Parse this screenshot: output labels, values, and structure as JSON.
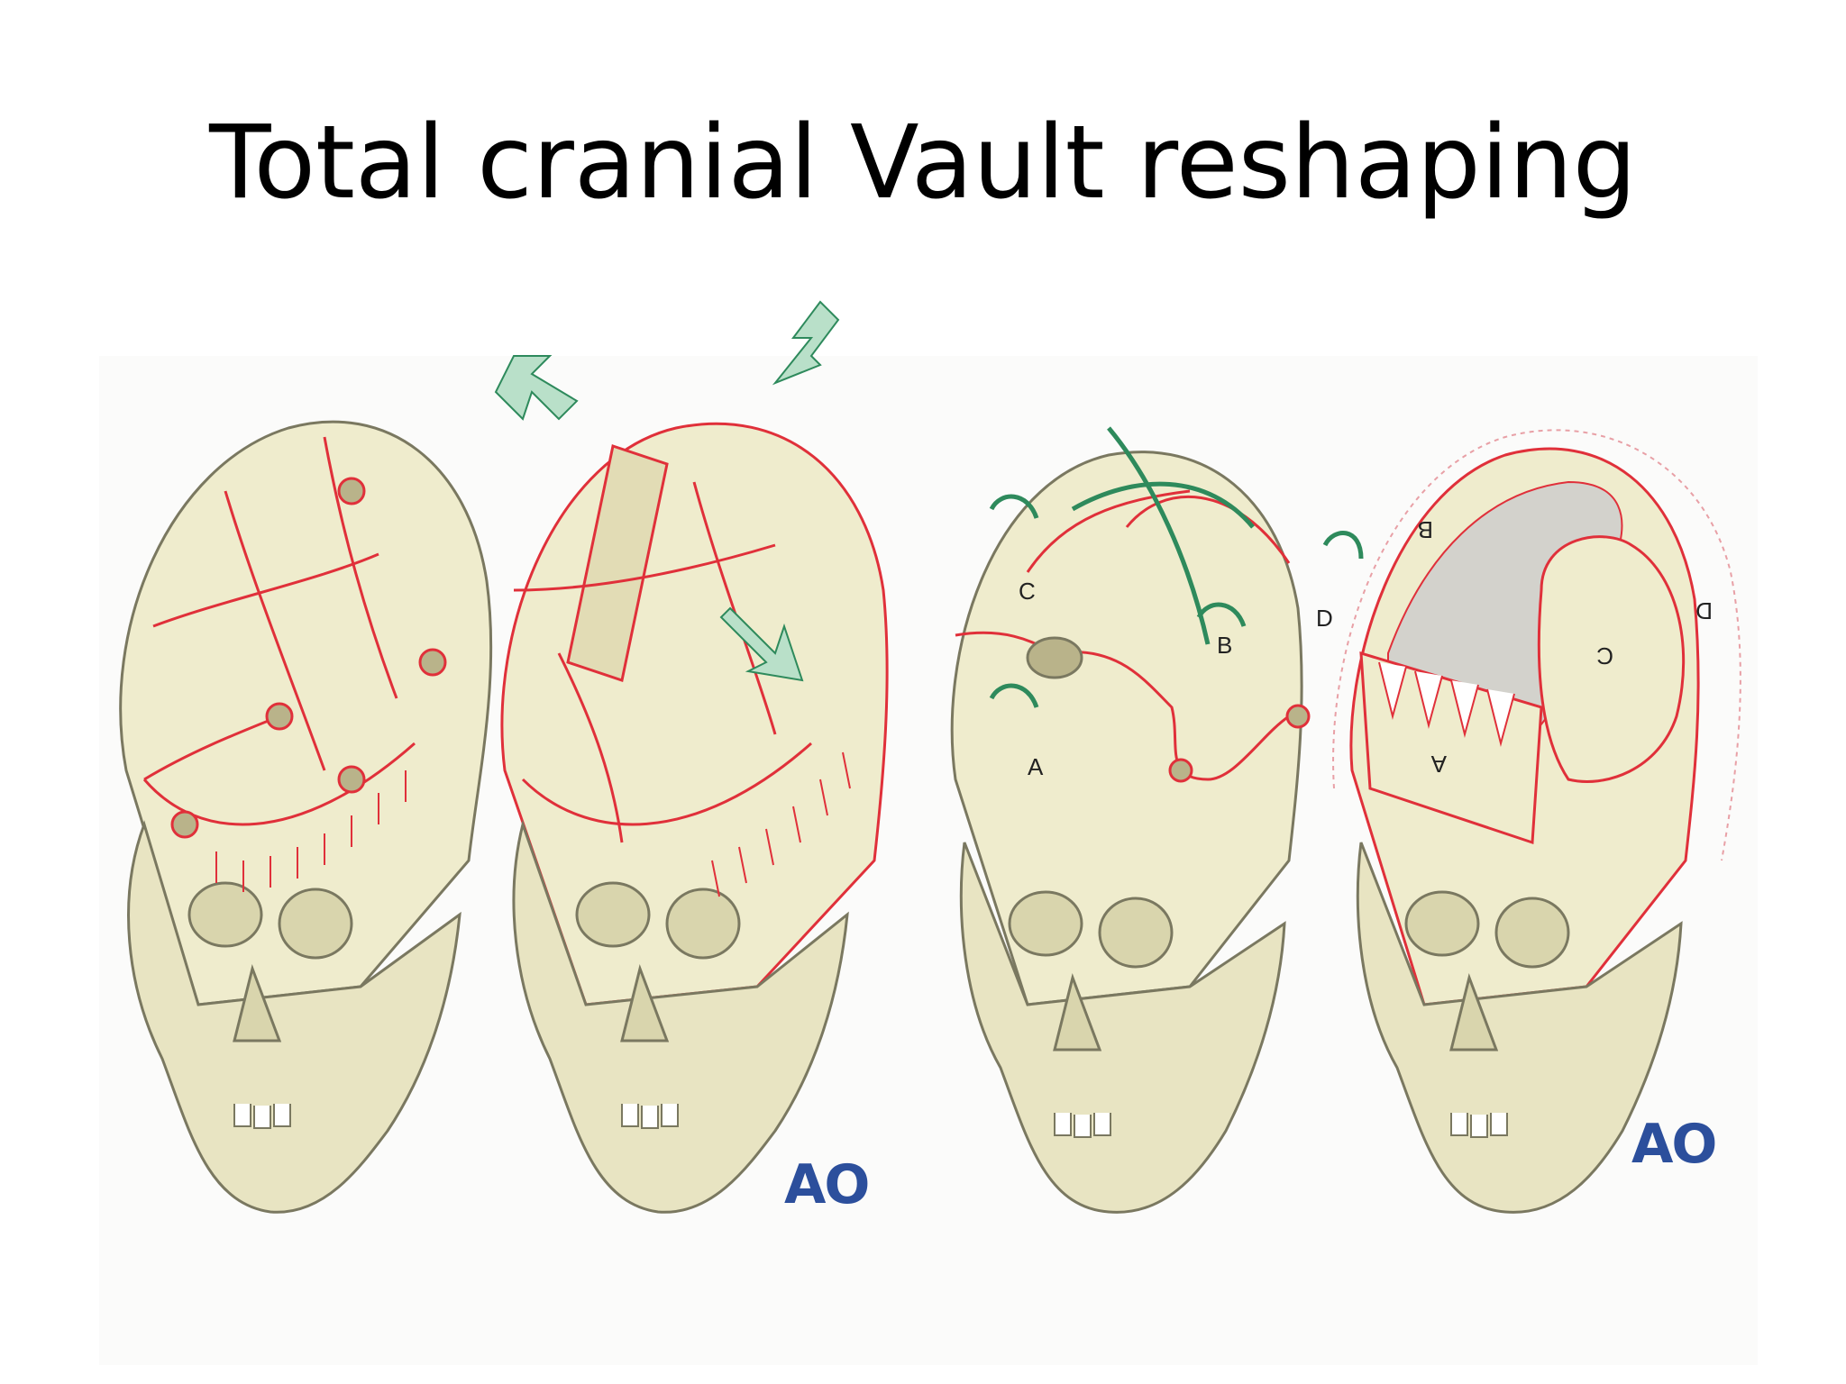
{
  "slide": {
    "title": "Total cranial Vault reshaping"
  },
  "colors": {
    "bone": "#efeccd",
    "bone_shadow": "#d9d5ad",
    "outline": "#7a7860",
    "cut": "#e0303a",
    "arrow": "#2e8a5c",
    "arrow_fill": "#b9e0c9",
    "logo": "#2c4f9c"
  },
  "panels": [
    {
      "logo": ""
    },
    {
      "logo": "AO"
    },
    {
      "labels": [
        "A",
        "B",
        "C",
        "D"
      ],
      "logo": ""
    },
    {
      "labels": [
        "A",
        "B",
        "C",
        "D"
      ],
      "logo": "AO"
    }
  ]
}
